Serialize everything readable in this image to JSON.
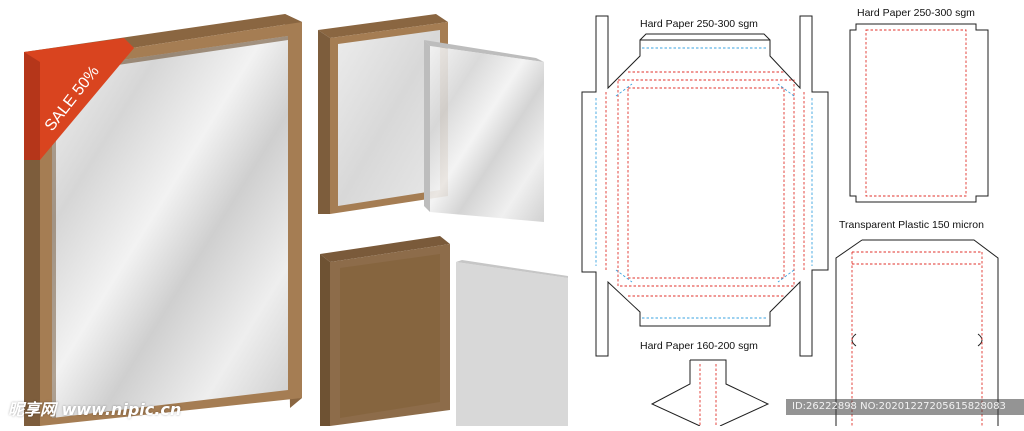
{
  "badge": {
    "text": "SALE 50%",
    "color": "#d9441f"
  },
  "colors": {
    "frame_wood": "#a57d53",
    "frame_dark": "#7d5d3c",
    "glass": "#d9d9d9",
    "cut_line": "#e0312b",
    "fold_line": "#3aa3e0"
  },
  "dielines": {
    "box_lid_label": "Hard Paper 250-300 sgm",
    "tray_label": "Hard Paper 160-200 sgm",
    "back_sheet_label": "Hard Paper 250-300 sgm",
    "plastic_label": "Transparent Plastic 150 micron"
  },
  "watermark": {
    "site": "昵享网 www.nipic.cn",
    "id": "ID:26222898 NO:20201227205615828083"
  }
}
